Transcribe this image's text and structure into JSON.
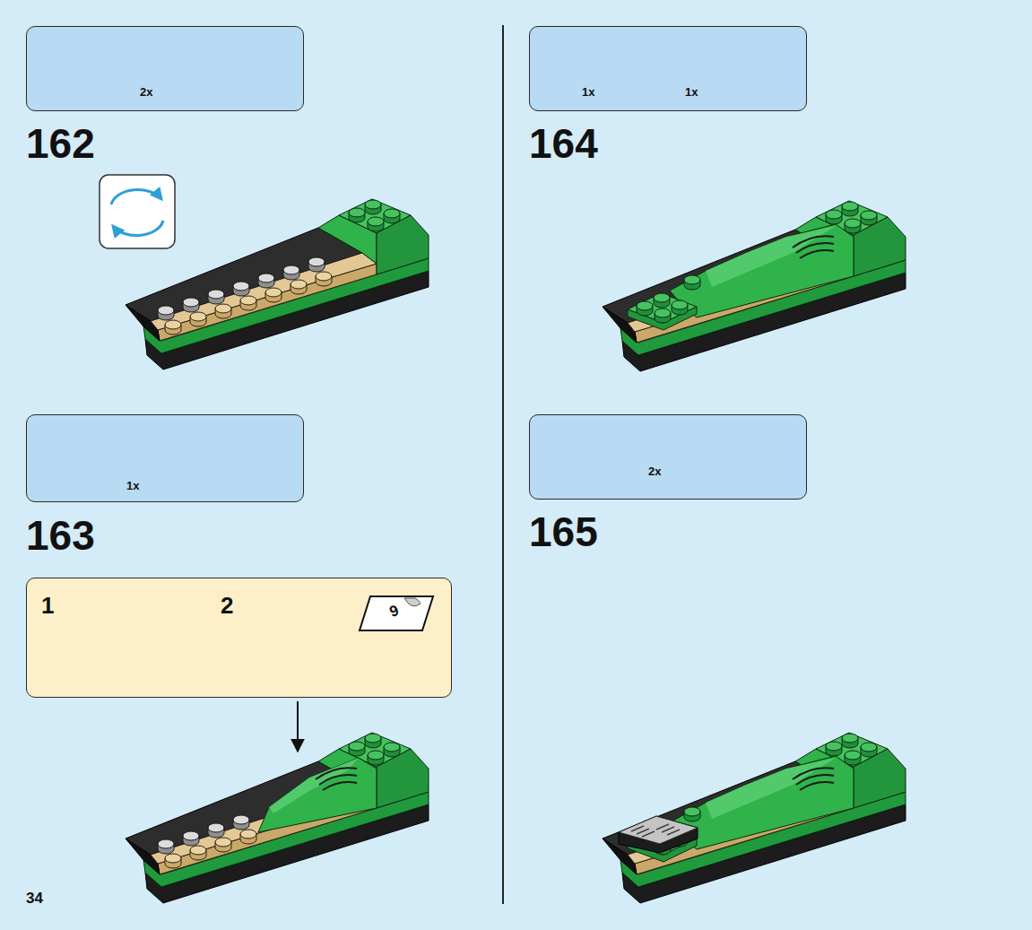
{
  "diagram": {
    "nodes": [
      {
        "text": [
          "2x"
        ]
      },
      {
        "text": [
          "1x"
        ]
      },
      {
        "text": [
          "1",
          "2"
        ]
      },
      {
        "text": [
          "9"
        ],
        "in": 2
      },
      {
        "text": [
          "1x",
          "1x"
        ]
      },
      {
        "text": [
          "2x"
        ]
      }
    ],
    "labels": [
      "162",
      "163",
      "164",
      "165",
      "34"
    ]
  }
}
